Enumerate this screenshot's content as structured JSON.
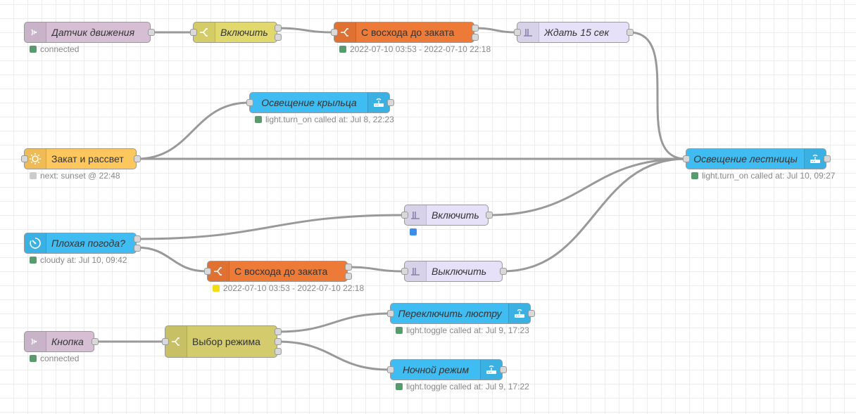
{
  "colors": {
    "status_green": "#5a9b6e",
    "status_grey": "#cccccc",
    "status_blue": "#3b8eea",
    "status_yellow": "#f2dd14",
    "wire": "#999999"
  },
  "nodes": {
    "motion_sensor": {
      "label": "Датчик движения",
      "status": "connected",
      "icon": "wifi-signal-icon"
    },
    "enable_1": {
      "label": "Включить",
      "icon": "switch-icon"
    },
    "sunrise_sunset_1": {
      "label": "С восхода до заката",
      "status": "2022-07-10 03:53 - 2022-07-10 22:18",
      "icon": "switch-icon"
    },
    "wait_15": {
      "label": "Ждать 15 сек",
      "icon": "trigger-icon"
    },
    "porch_light": {
      "label": "Освещение крыльца",
      "status": "light.turn_on called at: Jul 8, 22:23",
      "icon": "router-icon"
    },
    "sunset_sunrise": {
      "label": "Закат и рассвет",
      "status": "next: sunset @ 22:48",
      "icon": "sun-icon"
    },
    "stairs_light": {
      "label": "Освещение лестницы",
      "status": "light.turn_on called at: Jul 10, 09:27",
      "icon": "router-icon"
    },
    "enable_2": {
      "label": "Включить",
      "icon": "trigger-icon"
    },
    "bad_weather": {
      "label": "Плохая погода?",
      "status": "cloudy at: Jul 10, 09:42",
      "icon": "timer-icon"
    },
    "sunrise_sunset_2": {
      "label": "С восхода до заката",
      "status": "2022-07-10 03:53 - 2022-07-10 22:18",
      "icon": "switch-icon"
    },
    "disable": {
      "label": "Выключить",
      "icon": "trigger-icon"
    },
    "toggle_chandelier": {
      "label": "Переключить люстру",
      "status": "light.toggle called at: Jul 9, 17:23",
      "icon": "router-icon"
    },
    "button": {
      "label": "Кнопка",
      "status": "connected",
      "icon": "wifi-signal-icon"
    },
    "mode_select": {
      "label": "Выбор режима",
      "icon": "switch-icon"
    },
    "night_mode": {
      "label": "Ночной режим",
      "status": "light.toggle called at: Jul 9, 17:22",
      "icon": "router-icon"
    }
  }
}
